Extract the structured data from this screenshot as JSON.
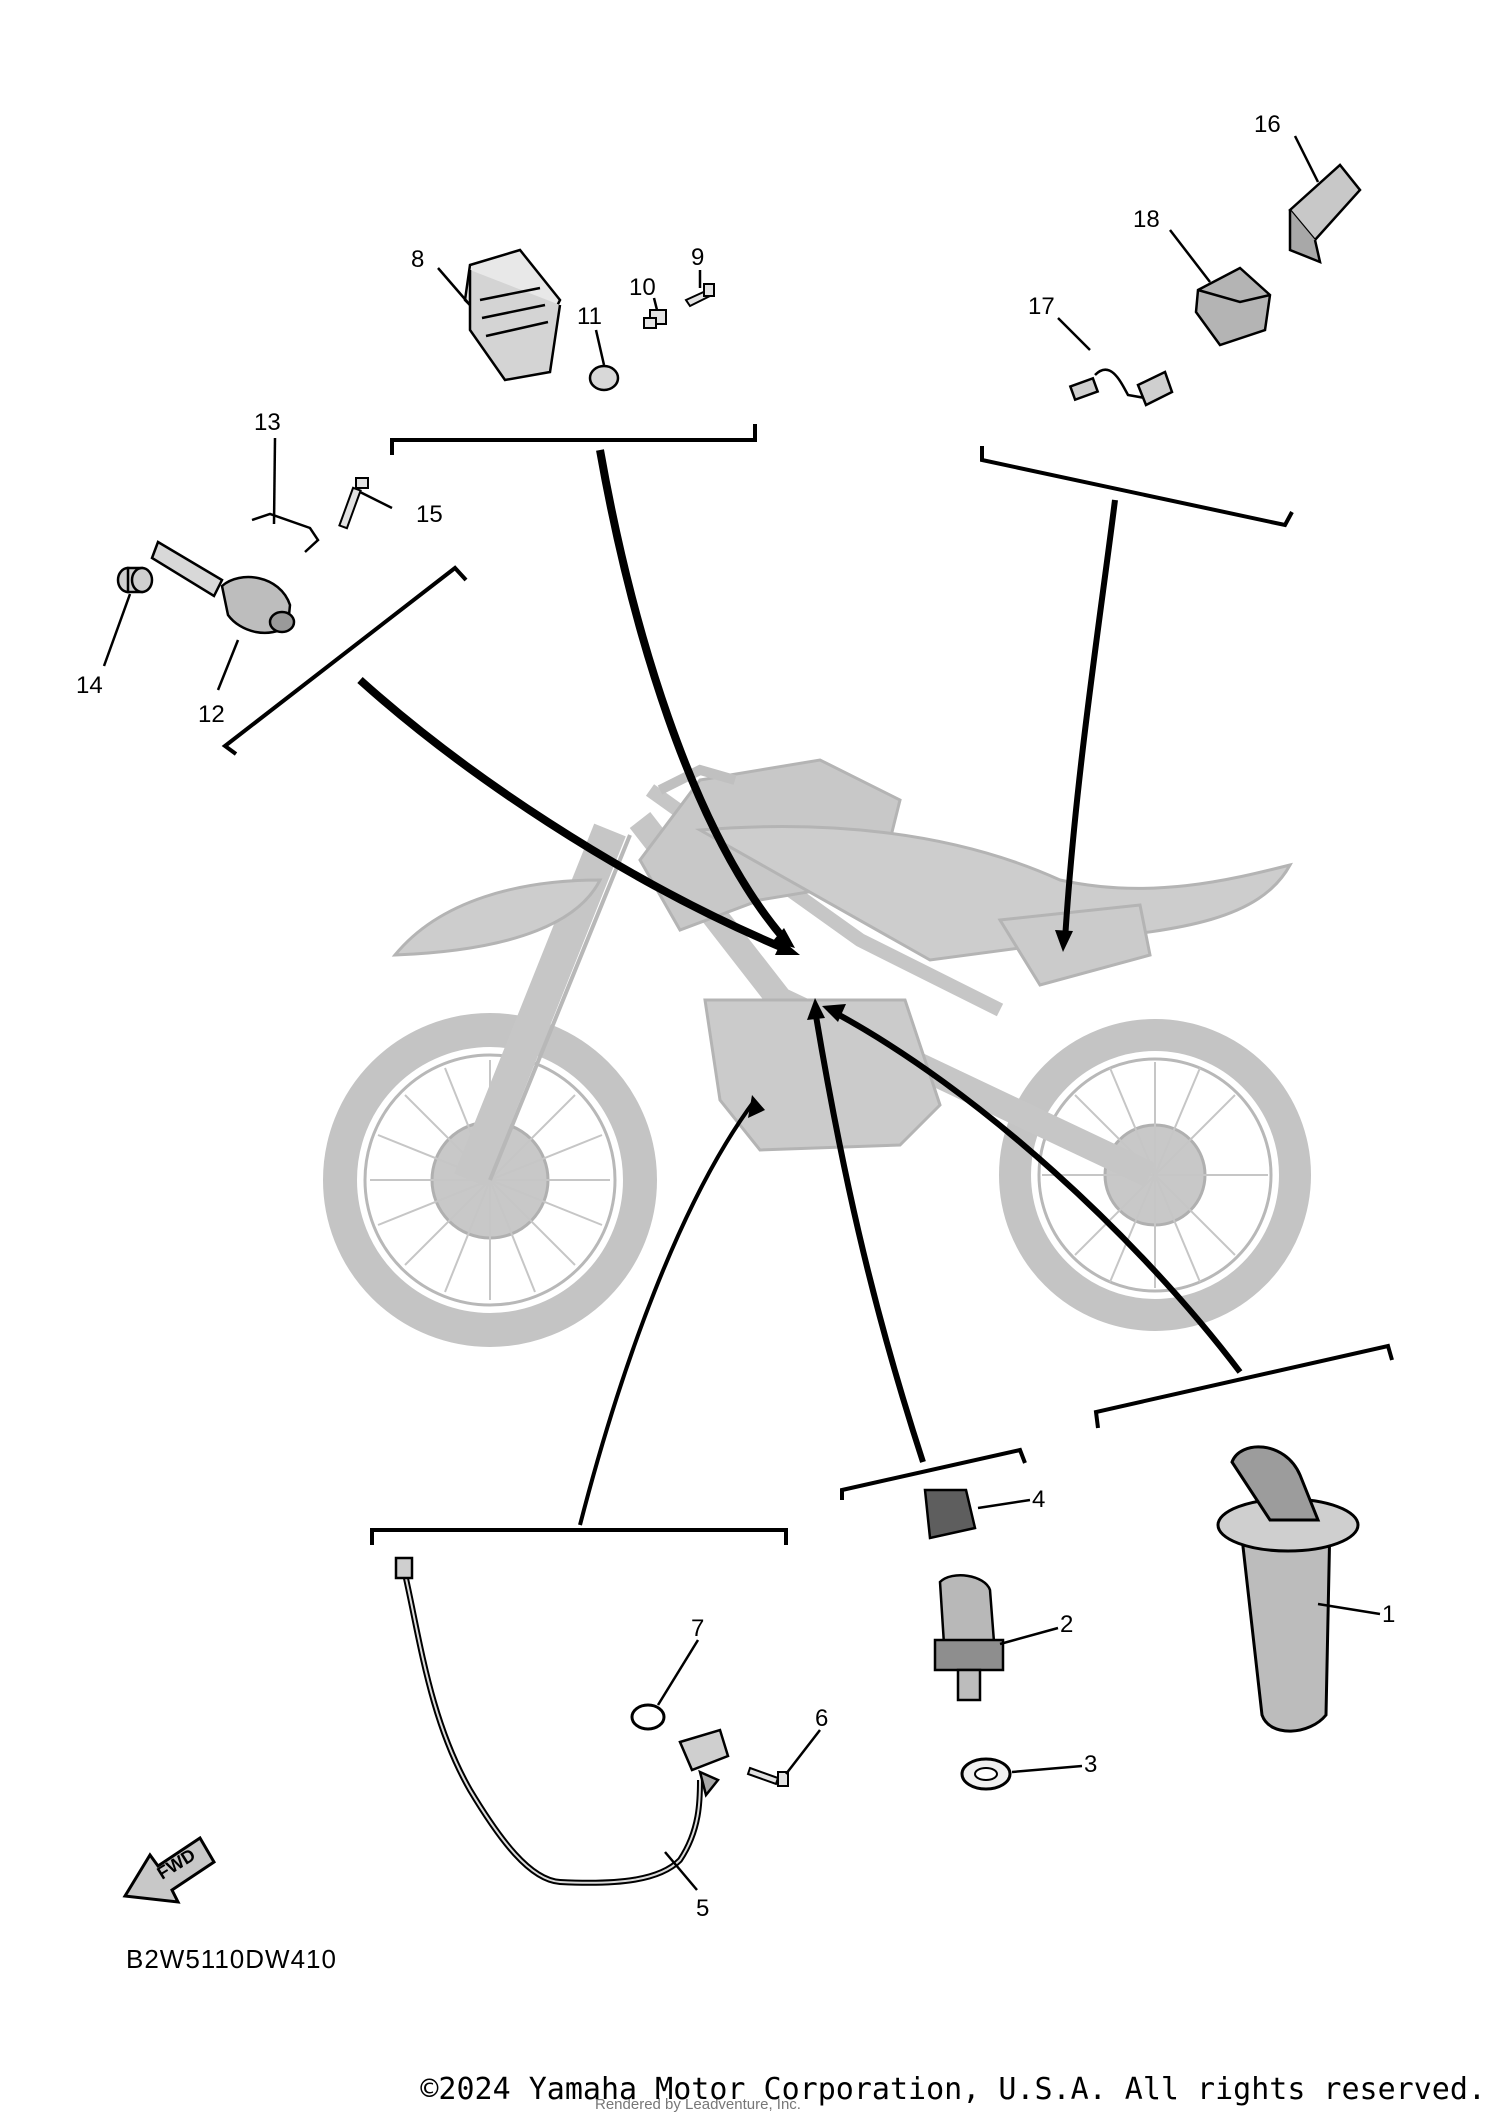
{
  "diagram_code": "B2W5110DW410",
  "fwd_label": "FWD",
  "copyright": "©2024 Yamaha Motor Corporation, U.S.A. All rights reserved.",
  "rendered_by": "Rendered by Leadventure, Inc.",
  "callouts": {
    "c1": "1",
    "c2": "2",
    "c3": "3",
    "c4": "4",
    "c5": "5",
    "c6": "6",
    "c7": "7",
    "c8": "8",
    "c9": "9",
    "c10": "10",
    "c11": "11",
    "c12": "12",
    "c13": "13",
    "c14": "14",
    "c15": "15",
    "c16": "16",
    "c17": "17",
    "c18": "18"
  }
}
